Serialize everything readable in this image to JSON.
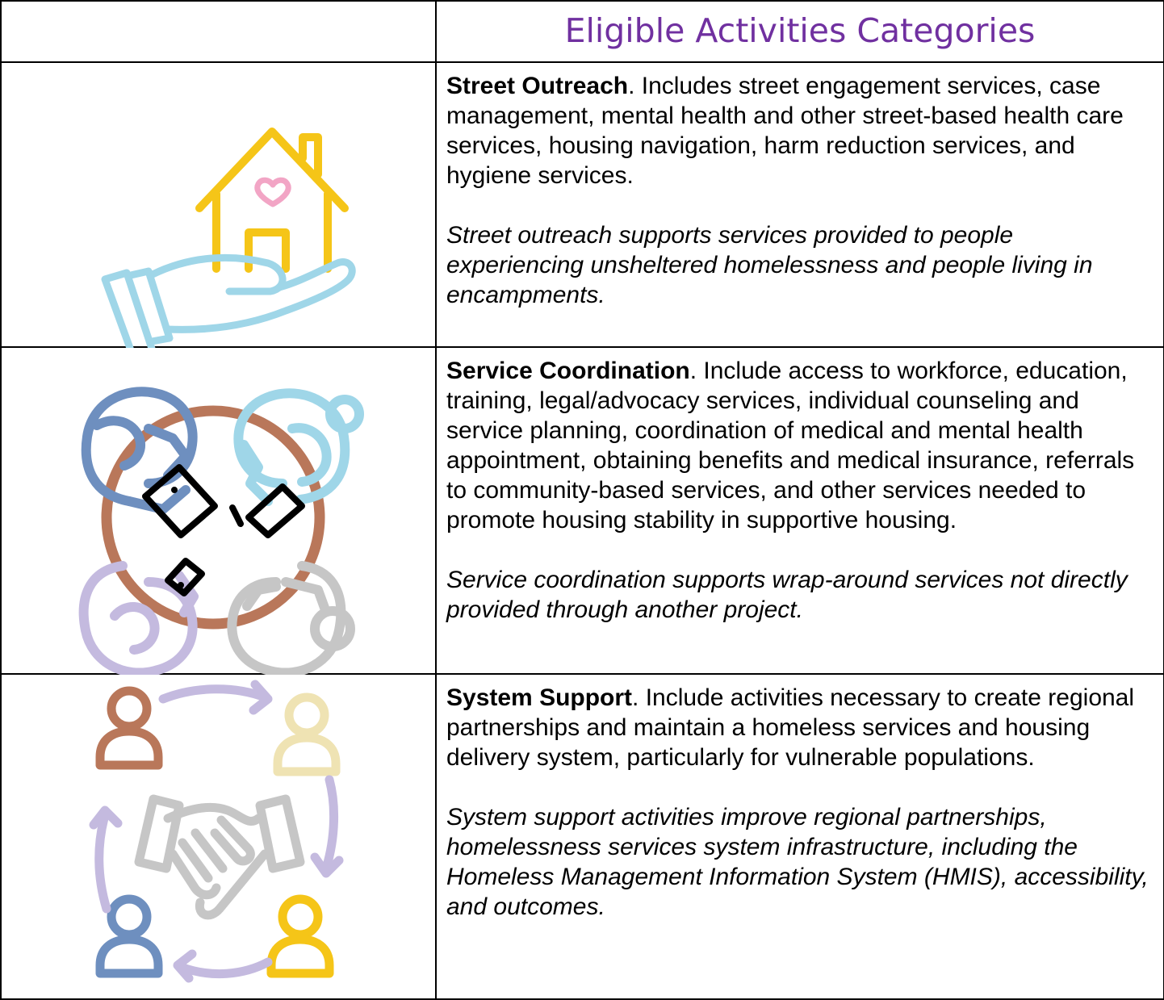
{
  "header": {
    "title": "Eligible Activities Categories"
  },
  "rows": [
    {
      "icon": "hand-holding-house-icon",
      "heading": "Street Outreach",
      "description": ". Includes street engagement services, case management, mental health and other street-based health care services, housing navigation, harm reduction services, and hygiene services.",
      "note": "Street outreach supports services provided to people experiencing unsheltered homelessness and people living in encampments."
    },
    {
      "icon": "people-around-table-icon",
      "heading": "Service Coordination",
      "description": ". Include access to workforce, education, training, legal/advocacy services, individual counseling and service planning, coordination of medical and mental health appointment, obtaining benefits and medical insurance, referrals to community-based services, and other services needed to promote housing stability in supportive housing.",
      "note": "Service coordination supports wrap-around services not directly provided through another project."
    },
    {
      "icon": "handshake-network-icon",
      "heading": "System Support",
      "description": ". Include activities necessary to create regional partnerships and maintain a homeless services and housing delivery system, particularly for vulnerable populations.",
      "note": "System support activities improve regional partnerships, homelessness services system infrastructure, including the Homeless Management Information System (HMIS), accessibility, and outcomes."
    }
  ],
  "colors": {
    "title": "#7030a0",
    "house": "#f5c518",
    "heart": "#f2a5c5",
    "hand": "#9fd6e8",
    "table_ring": "#b9775a",
    "person_blue": "#6e8fbf",
    "person_cyan": "#9fd6e8",
    "person_lavender": "#c4badf",
    "person_gray": "#c6c6c6",
    "person_brown": "#b9775a",
    "person_cream": "#efe3b3",
    "person_yellow": "#f5c518",
    "arrows": "#c4badf",
    "handshake": "#c6c6c6"
  }
}
